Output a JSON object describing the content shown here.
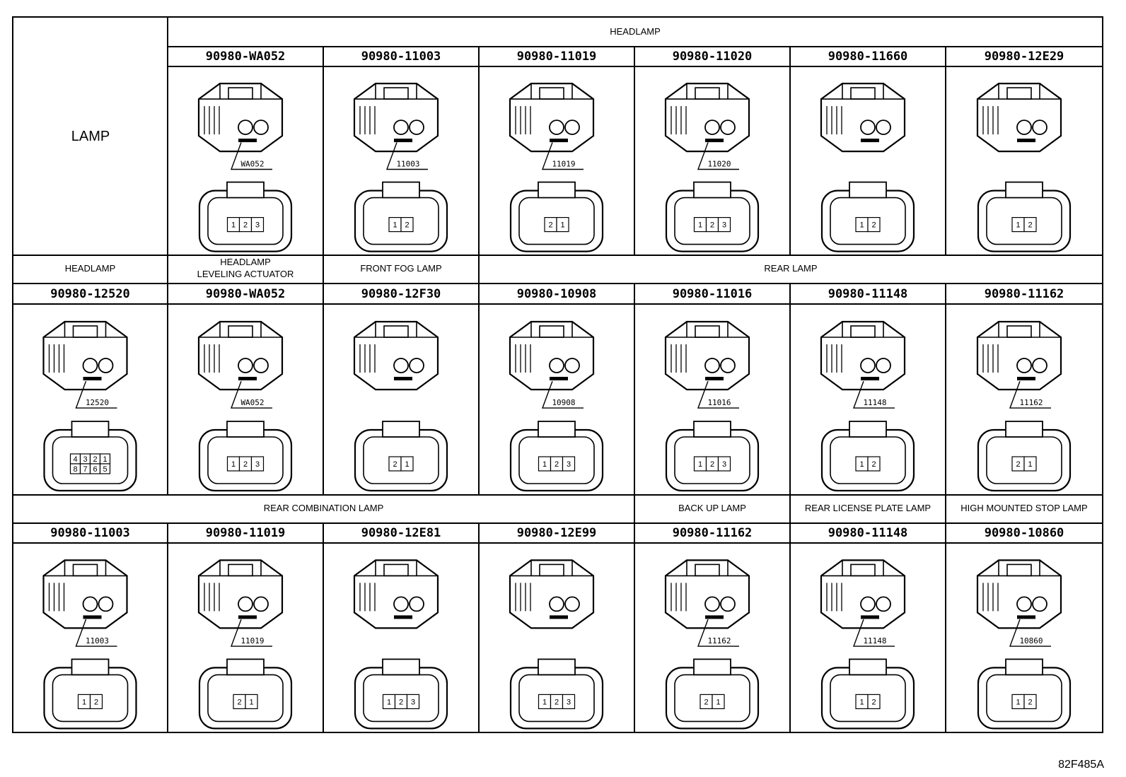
{
  "lamp_label": "LAMP",
  "figure_id": "82F485A",
  "rows": [
    {
      "groups": [
        {
          "label": "HEADLAMP",
          "start": 1,
          "span": 6
        }
      ],
      "cells": [
        {
          "col": 1,
          "part": "90980-WA052",
          "callout": "WA052",
          "pins": [
            "1",
            "2",
            "3"
          ]
        },
        {
          "col": 2,
          "part": "90980-11003",
          "callout": "11003",
          "pins": [
            "1",
            "2"
          ]
        },
        {
          "col": 3,
          "part": "90980-11019",
          "callout": "11019",
          "pins": [
            "2",
            "1"
          ]
        },
        {
          "col": 4,
          "part": "90980-11020",
          "callout": "11020",
          "pins": [
            "1",
            "2",
            "3"
          ]
        },
        {
          "col": 5,
          "part": "90980-11660",
          "callout": "",
          "pins": [
            "1",
            "2"
          ]
        },
        {
          "col": 6,
          "part": "90980-12E29",
          "callout": "",
          "pins": [
            "1",
            "2"
          ]
        }
      ]
    },
    {
      "groups": [
        {
          "label": "HEADLAMP",
          "start": 0,
          "span": 1
        },
        {
          "label": "HEADLAMP",
          "label2": "LEVELING ACTUATOR",
          "start": 1,
          "span": 1
        },
        {
          "label": "FRONT FOG LAMP",
          "start": 2,
          "span": 1
        },
        {
          "label": "REAR LAMP",
          "start": 3,
          "span": 4
        }
      ],
      "cells": [
        {
          "col": 0,
          "part": "90980-12520",
          "callout": "12520",
          "pins": [
            "4",
            "3",
            "2",
            "1",
            "8",
            "7",
            "6",
            "5"
          ]
        },
        {
          "col": 1,
          "part": "90980-WA052",
          "callout": "WA052",
          "pins": [
            "1",
            "2",
            "3"
          ]
        },
        {
          "col": 2,
          "part": "90980-12F30",
          "callout": "",
          "pins": [
            "2",
            "1"
          ]
        },
        {
          "col": 3,
          "part": "90980-10908",
          "callout": "10908",
          "pins": [
            "1",
            "2",
            "3"
          ]
        },
        {
          "col": 4,
          "part": "90980-11016",
          "callout": "11016",
          "pins": [
            "1",
            "2",
            "3"
          ]
        },
        {
          "col": 5,
          "part": "90980-11148",
          "callout": "11148",
          "pins": [
            "1",
            "2"
          ]
        },
        {
          "col": 6,
          "part": "90980-11162",
          "callout": "11162",
          "pins": [
            "2",
            "1"
          ]
        }
      ]
    },
    {
      "groups": [
        {
          "label": "REAR COMBINATION LAMP",
          "start": 0,
          "span": 4
        },
        {
          "label": "BACK UP LAMP",
          "start": 4,
          "span": 1
        },
        {
          "label": "REAR LICENSE PLATE LAMP",
          "start": 5,
          "span": 1
        },
        {
          "label": "HIGH MOUNTED STOP LAMP",
          "start": 6,
          "span": 1
        }
      ],
      "cells": [
        {
          "col": 0,
          "part": "90980-11003",
          "callout": "11003",
          "pins": [
            "1",
            "2"
          ]
        },
        {
          "col": 1,
          "part": "90980-11019",
          "callout": "11019",
          "pins": [
            "2",
            "1"
          ]
        },
        {
          "col": 2,
          "part": "90980-12E81",
          "callout": "",
          "pins": [
            "1",
            "2",
            "3"
          ]
        },
        {
          "col": 3,
          "part": "90980-12E99",
          "callout": "",
          "pins": [
            "1",
            "2",
            "3"
          ]
        },
        {
          "col": 4,
          "part": "90980-11162",
          "callout": "11162",
          "pins": [
            "2",
            "1"
          ]
        },
        {
          "col": 5,
          "part": "90980-11148",
          "callout": "11148",
          "pins": [
            "1",
            "2"
          ]
        },
        {
          "col": 6,
          "part": "90980-10860",
          "callout": "10860",
          "pins": [
            "1",
            "2"
          ]
        }
      ]
    }
  ]
}
